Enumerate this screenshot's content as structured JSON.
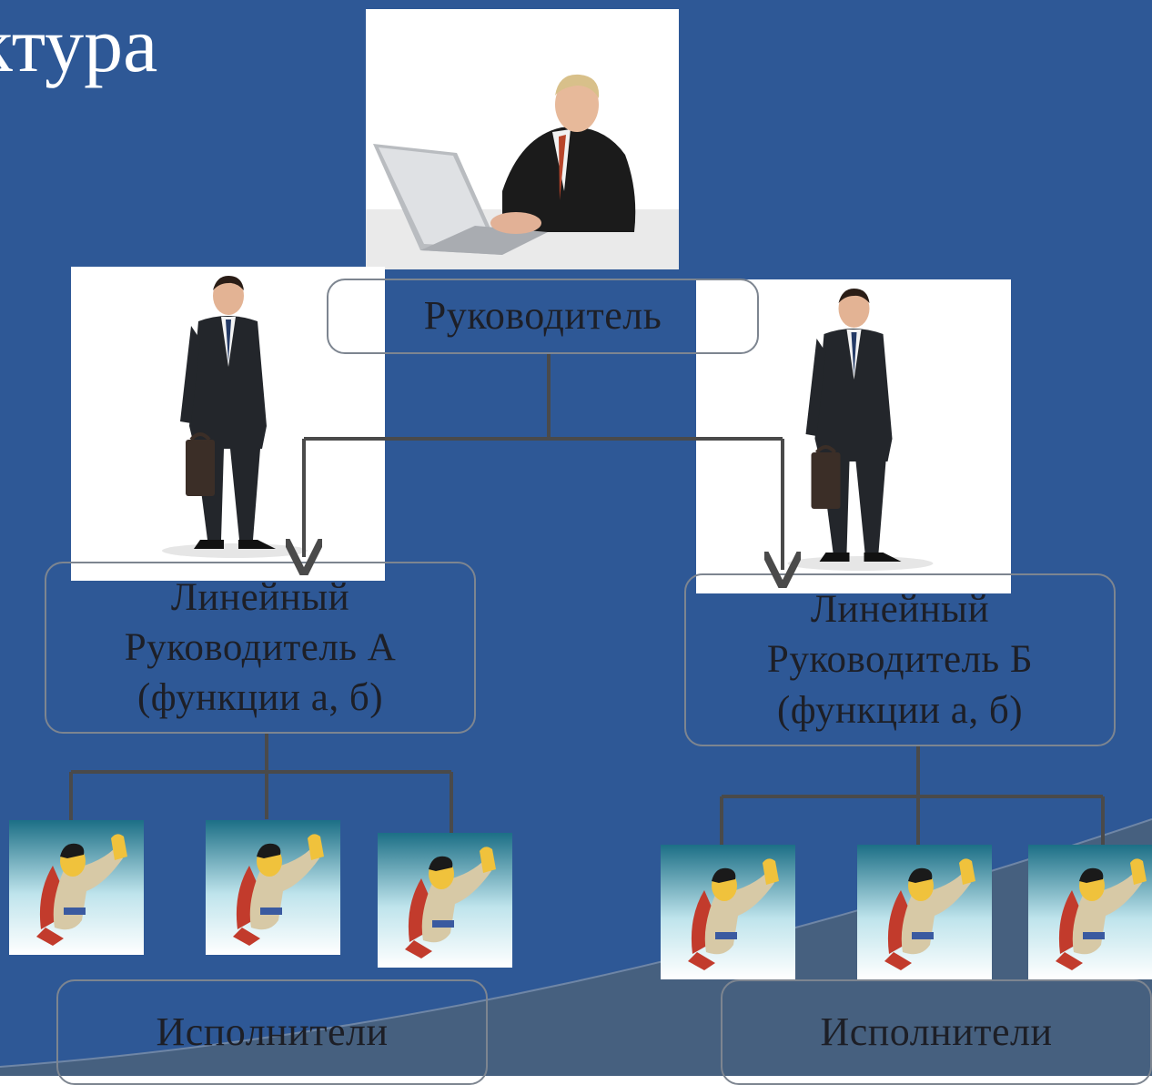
{
  "slide": {
    "title_fragment": "ктура",
    "colors": {
      "background": "#2e5896",
      "background_band": "#46607f",
      "text_light": "#ffffff",
      "text_dark": "#1d1f27",
      "connector": "#4a4a4a"
    }
  },
  "nodes": {
    "head": {
      "label": "Руководитель",
      "icon": "businessman-at-laptop-photo"
    },
    "line_a": {
      "line1": "Линейный",
      "line2": "Руководитель А",
      "line3": "(функции а, б)",
      "icon": "businessman-with-briefcase-photo"
    },
    "line_b": {
      "line1": "Линейный",
      "line2": "Руководитель Б",
      "line3": "(функции а, б)",
      "icon": "businessman-with-briefcase-photo"
    },
    "exec_a": {
      "label": "Исполнители",
      "icon": "superhero-icon"
    },
    "exec_b": {
      "label": "Исполнители",
      "icon": "superhero-icon"
    }
  }
}
